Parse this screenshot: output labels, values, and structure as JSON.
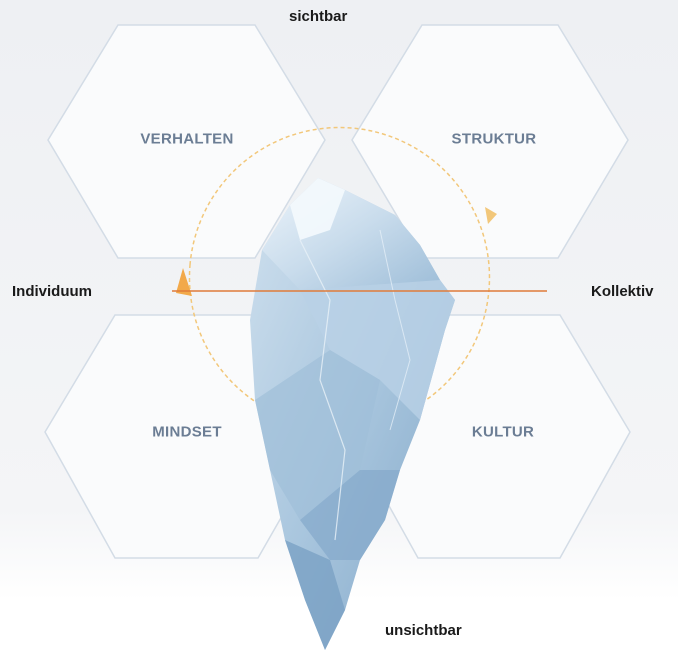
{
  "labels": {
    "top": "sichtbar",
    "bottom": "unsichtbar",
    "left": "Individuum",
    "right": "Kollektiv"
  },
  "quadrants": {
    "top_left": "VERHALTEN",
    "top_right": "STRUKTUR",
    "bottom_left": "MINDSET",
    "bottom_right": "KULTUR"
  },
  "colors": {
    "hex_fill": "#fafbfc",
    "hex_stroke": "#d3dce6",
    "label_text": "#6b7d94",
    "axis_line": "#e07b39",
    "cycle_arrow": "#f2b75a",
    "background_top": "#eef0f3",
    "iceberg_light": "#dce9f4",
    "iceberg_dark": "#8fb2cf"
  },
  "icons": {
    "iceberg": "iceberg-illustration",
    "cycle": "circular-arrow-icon"
  }
}
